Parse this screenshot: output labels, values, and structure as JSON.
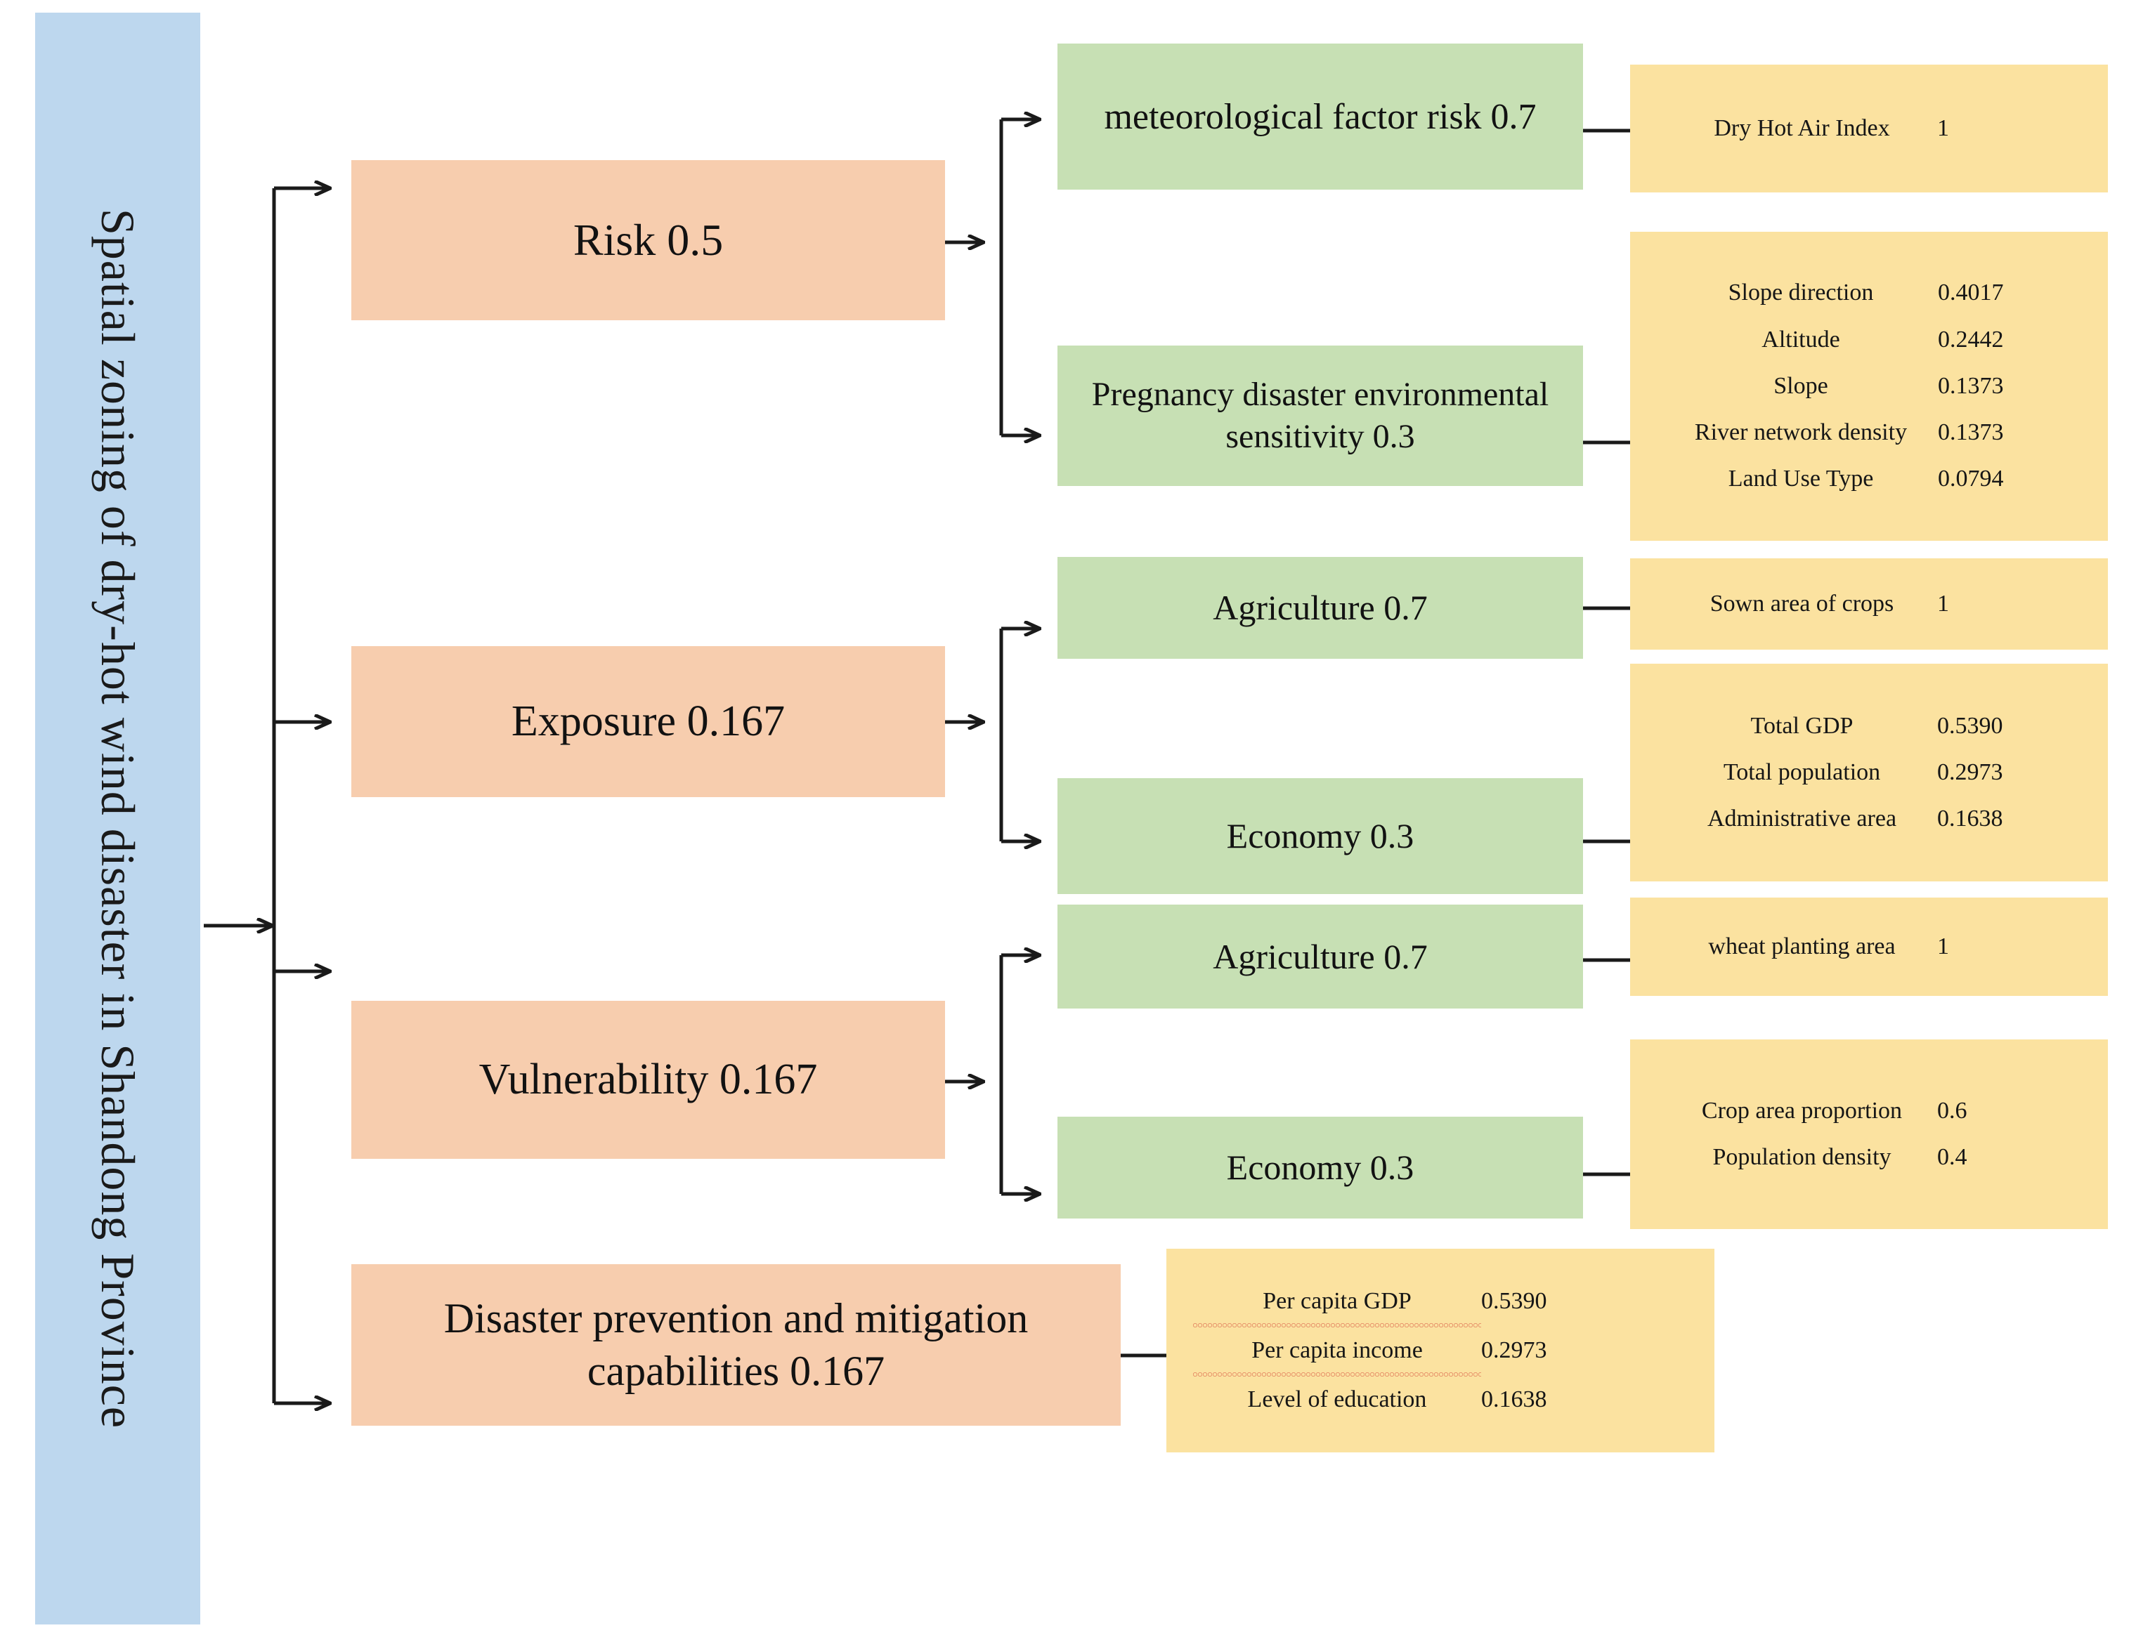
{
  "banner": {
    "title": "Spatial zoning of dry-hot wind disaster in Shandong Province",
    "color": "#BDD7EE"
  },
  "colors": {
    "criteria": "#F7CDAE",
    "sub_criteria": "#C7E0B4",
    "indicator": "#FBE2A0",
    "connector": "#1a1a1a"
  },
  "criteria": [
    {
      "label": "Risk    0.5"
    },
    {
      "label": "Exposure 0.167"
    },
    {
      "label": "Vulnerability 0.167"
    },
    {
      "label": "Disaster prevention and mitigation capabilities 0.167"
    }
  ],
  "sub_criteria": [
    {
      "label": "meteorological factor risk 0.7"
    },
    {
      "label": "Pregnancy disaster environmental sensitivity 0.3"
    },
    {
      "label": "Agriculture 0.7"
    },
    {
      "label": "Economy 0.3"
    },
    {
      "label": "Agriculture 0.7"
    },
    {
      "label": "Economy 0.3"
    }
  ],
  "indicator_groups": [
    {
      "rows": [
        {
          "name": "Dry Hot Air Index",
          "value": "1"
        }
      ]
    },
    {
      "rows": [
        {
          "name": "Slope direction",
          "value": "0.4017"
        },
        {
          "name": "Altitude",
          "value": "0.2442"
        },
        {
          "name": "Slope",
          "value": "0.1373"
        },
        {
          "name": "River network density",
          "value": "0.1373"
        },
        {
          "name": "Land Use Type",
          "value": "0.0794"
        }
      ]
    },
    {
      "rows": [
        {
          "name": "Sown area of crops",
          "value": "1"
        }
      ]
    },
    {
      "rows": [
        {
          "name": "Total GDP",
          "value": "0.5390"
        },
        {
          "name": "Total population",
          "value": "0.2973"
        },
        {
          "name": "Administrative area",
          "value": "0.1638"
        }
      ]
    },
    {
      "rows": [
        {
          "name": "wheat planting area",
          "value": "1"
        }
      ]
    },
    {
      "rows": [
        {
          "name": "Crop area proportion",
          "value": "0.6"
        },
        {
          "name": "Population density",
          "value": "0.4"
        }
      ]
    },
    {
      "rows": [
        {
          "name": "Per capita GDP",
          "value": "0.5390",
          "spellcheck": true
        },
        {
          "name": "Per capita income",
          "value": "0.2973",
          "spellcheck": true
        },
        {
          "name": "Level of education",
          "value": "0.1638"
        }
      ]
    }
  ],
  "chart_data": {
    "type": "table",
    "title": "Spatial zoning of dry-hot wind disaster in Shandong Province",
    "hierarchy": [
      {
        "criterion": "Risk",
        "weight": 0.5,
        "children": [
          {
            "name": "meteorological factor risk",
            "weight": 0.7,
            "indicators": [
              {
                "name": "Dry Hot Air Index",
                "weight": 1
              }
            ]
          },
          {
            "name": "Pregnancy disaster environmental sensitivity",
            "weight": 0.3,
            "indicators": [
              {
                "name": "Slope direction",
                "weight": 0.4017
              },
              {
                "name": "Altitude",
                "weight": 0.2442
              },
              {
                "name": "Slope",
                "weight": 0.1373
              },
              {
                "name": "River network density",
                "weight": 0.1373
              },
              {
                "name": "Land Use Type",
                "weight": 0.0794
              }
            ]
          }
        ]
      },
      {
        "criterion": "Exposure",
        "weight": 0.167,
        "children": [
          {
            "name": "Agriculture",
            "weight": 0.7,
            "indicators": [
              {
                "name": "Sown area of crops",
                "weight": 1
              }
            ]
          },
          {
            "name": "Economy",
            "weight": 0.3,
            "indicators": [
              {
                "name": "Total GDP",
                "weight": 0.539
              },
              {
                "name": "Total population",
                "weight": 0.2973
              },
              {
                "name": "Administrative area",
                "weight": 0.1638
              }
            ]
          }
        ]
      },
      {
        "criterion": "Vulnerability",
        "weight": 0.167,
        "children": [
          {
            "name": "Agriculture",
            "weight": 0.7,
            "indicators": [
              {
                "name": "wheat planting area",
                "weight": 1
              }
            ]
          },
          {
            "name": "Economy",
            "weight": 0.3,
            "indicators": [
              {
                "name": "Crop area proportion",
                "weight": 0.6
              },
              {
                "name": "Population density",
                "weight": 0.4
              }
            ]
          }
        ]
      },
      {
        "criterion": "Disaster prevention and mitigation capabilities",
        "weight": 0.167,
        "children": [
          {
            "name": "",
            "weight": null,
            "indicators": [
              {
                "name": "Per capita GDP",
                "weight": 0.539
              },
              {
                "name": "Per capita income",
                "weight": 0.2973
              },
              {
                "name": "Level of education",
                "weight": 0.1638
              }
            ]
          }
        ]
      }
    ]
  }
}
